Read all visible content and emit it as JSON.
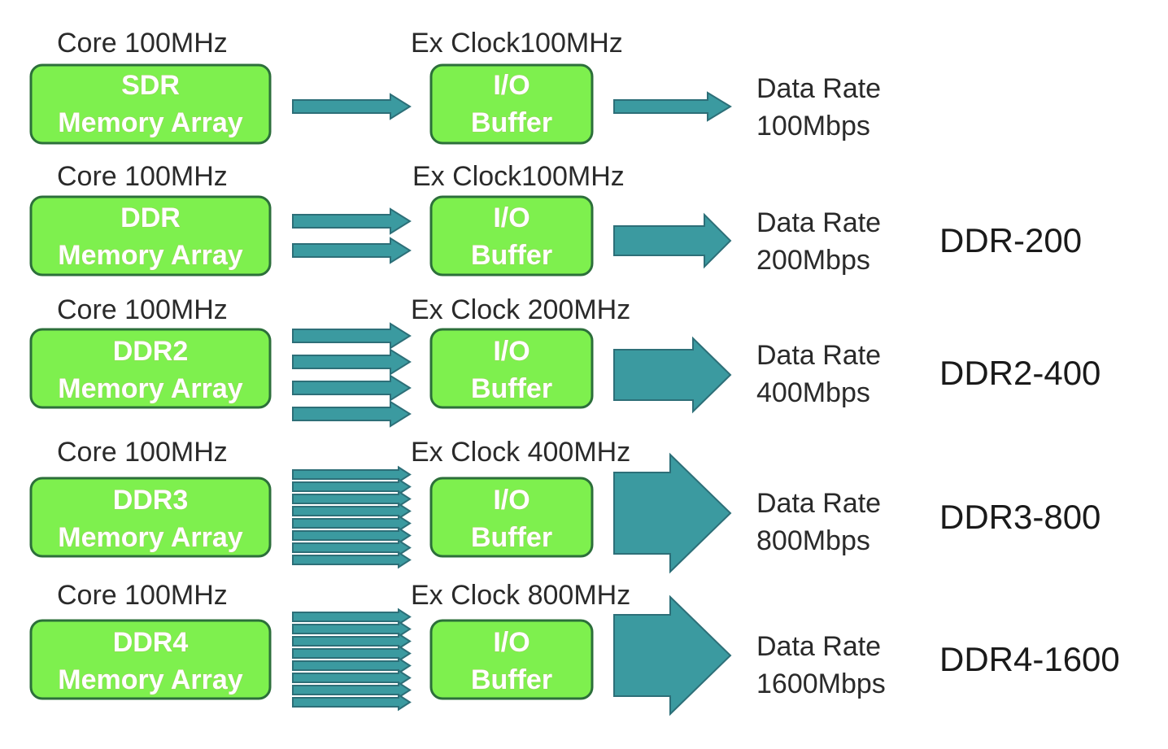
{
  "rows": [
    {
      "core_label": "Core 100MHz",
      "array_name": "SDR",
      "array_suffix": "Memory Array",
      "clock_label": "Ex Clock100MHz",
      "buffer_line1": "I/O",
      "buffer_line2": "Buffer",
      "rate_line1": "Data Rate",
      "rate_line2": "100Mbps",
      "standard": "",
      "prefetch_lines": 1
    },
    {
      "core_label": "Core 100MHz",
      "array_name": "DDR",
      "array_suffix": "Memory Array",
      "clock_label": "Ex Clock100MHz",
      "buffer_line1": "I/O",
      "buffer_line2": "Buffer",
      "rate_line1": "Data Rate",
      "rate_line2": "200Mbps",
      "standard": "DDR-200",
      "prefetch_lines": 2
    },
    {
      "core_label": "Core 100MHz",
      "array_name": "DDR2",
      "array_suffix": "Memory Array",
      "clock_label": "Ex Clock 200MHz",
      "buffer_line1": "I/O",
      "buffer_line2": "Buffer",
      "rate_line1": "Data Rate",
      "rate_line2": "400Mbps",
      "standard": "DDR2-400",
      "prefetch_lines": 4
    },
    {
      "core_label": "Core 100MHz",
      "array_name": "DDR3",
      "array_suffix": "Memory Array",
      "clock_label": "Ex Clock 400MHz",
      "buffer_line1": "I/O",
      "buffer_line2": "Buffer",
      "rate_line1": "Data Rate",
      "rate_line2": "800Mbps",
      "standard": "DDR3-800",
      "prefetch_lines": 8
    },
    {
      "core_label": "Core 100MHz",
      "array_name": "DDR4",
      "array_suffix": "Memory Array",
      "clock_label": "Ex Clock 800MHz",
      "buffer_line1": "I/O",
      "buffer_line2": "Buffer",
      "rate_line1": "Data Rate",
      "rate_line2": "1600Mbps",
      "standard": "DDR4-1600",
      "prefetch_lines": 8
    }
  ],
  "colors": {
    "box_fill": "#7ef04e",
    "box_stroke": "#2c6f3a",
    "arrow_fill": "#3b9aa0",
    "arrow_stroke": "#2d6f78",
    "text": "#2a2a2a"
  }
}
